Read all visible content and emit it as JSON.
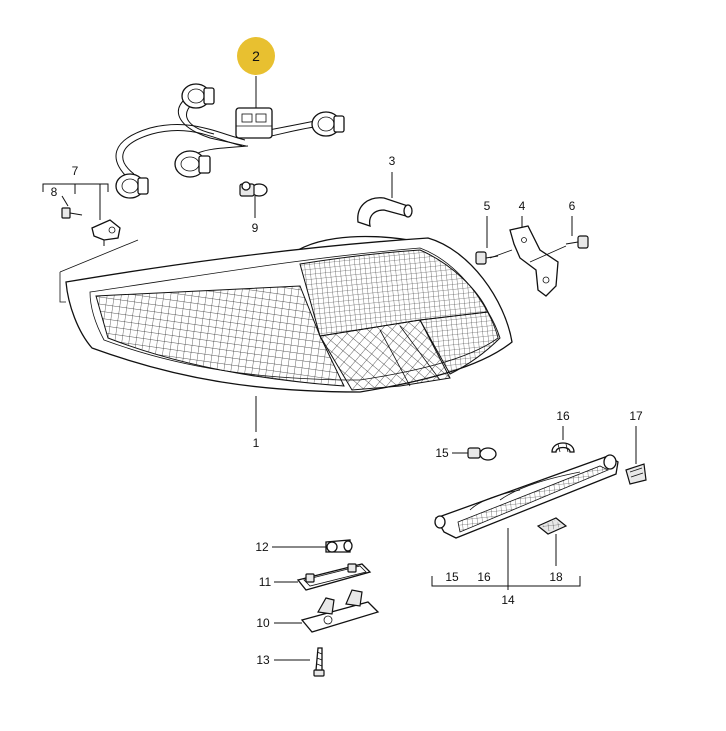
{
  "labels": {
    "p1": "1",
    "p2": "2",
    "p3": "3",
    "p4": "4",
    "p5": "5",
    "p6": "6",
    "p7": "7",
    "p8": "8",
    "p9": "9",
    "p10": "10",
    "p11": "11",
    "p12": "12",
    "p13": "13",
    "p14": "14",
    "p15": "15",
    "p16": "16",
    "p17": "17",
    "p18": "18",
    "p14_sub15": "15",
    "p14_sub16": "16",
    "p14_sub18": "18"
  },
  "colors": {
    "highlight": "#e8c030",
    "ink": "#111111",
    "background": "#ffffff"
  }
}
